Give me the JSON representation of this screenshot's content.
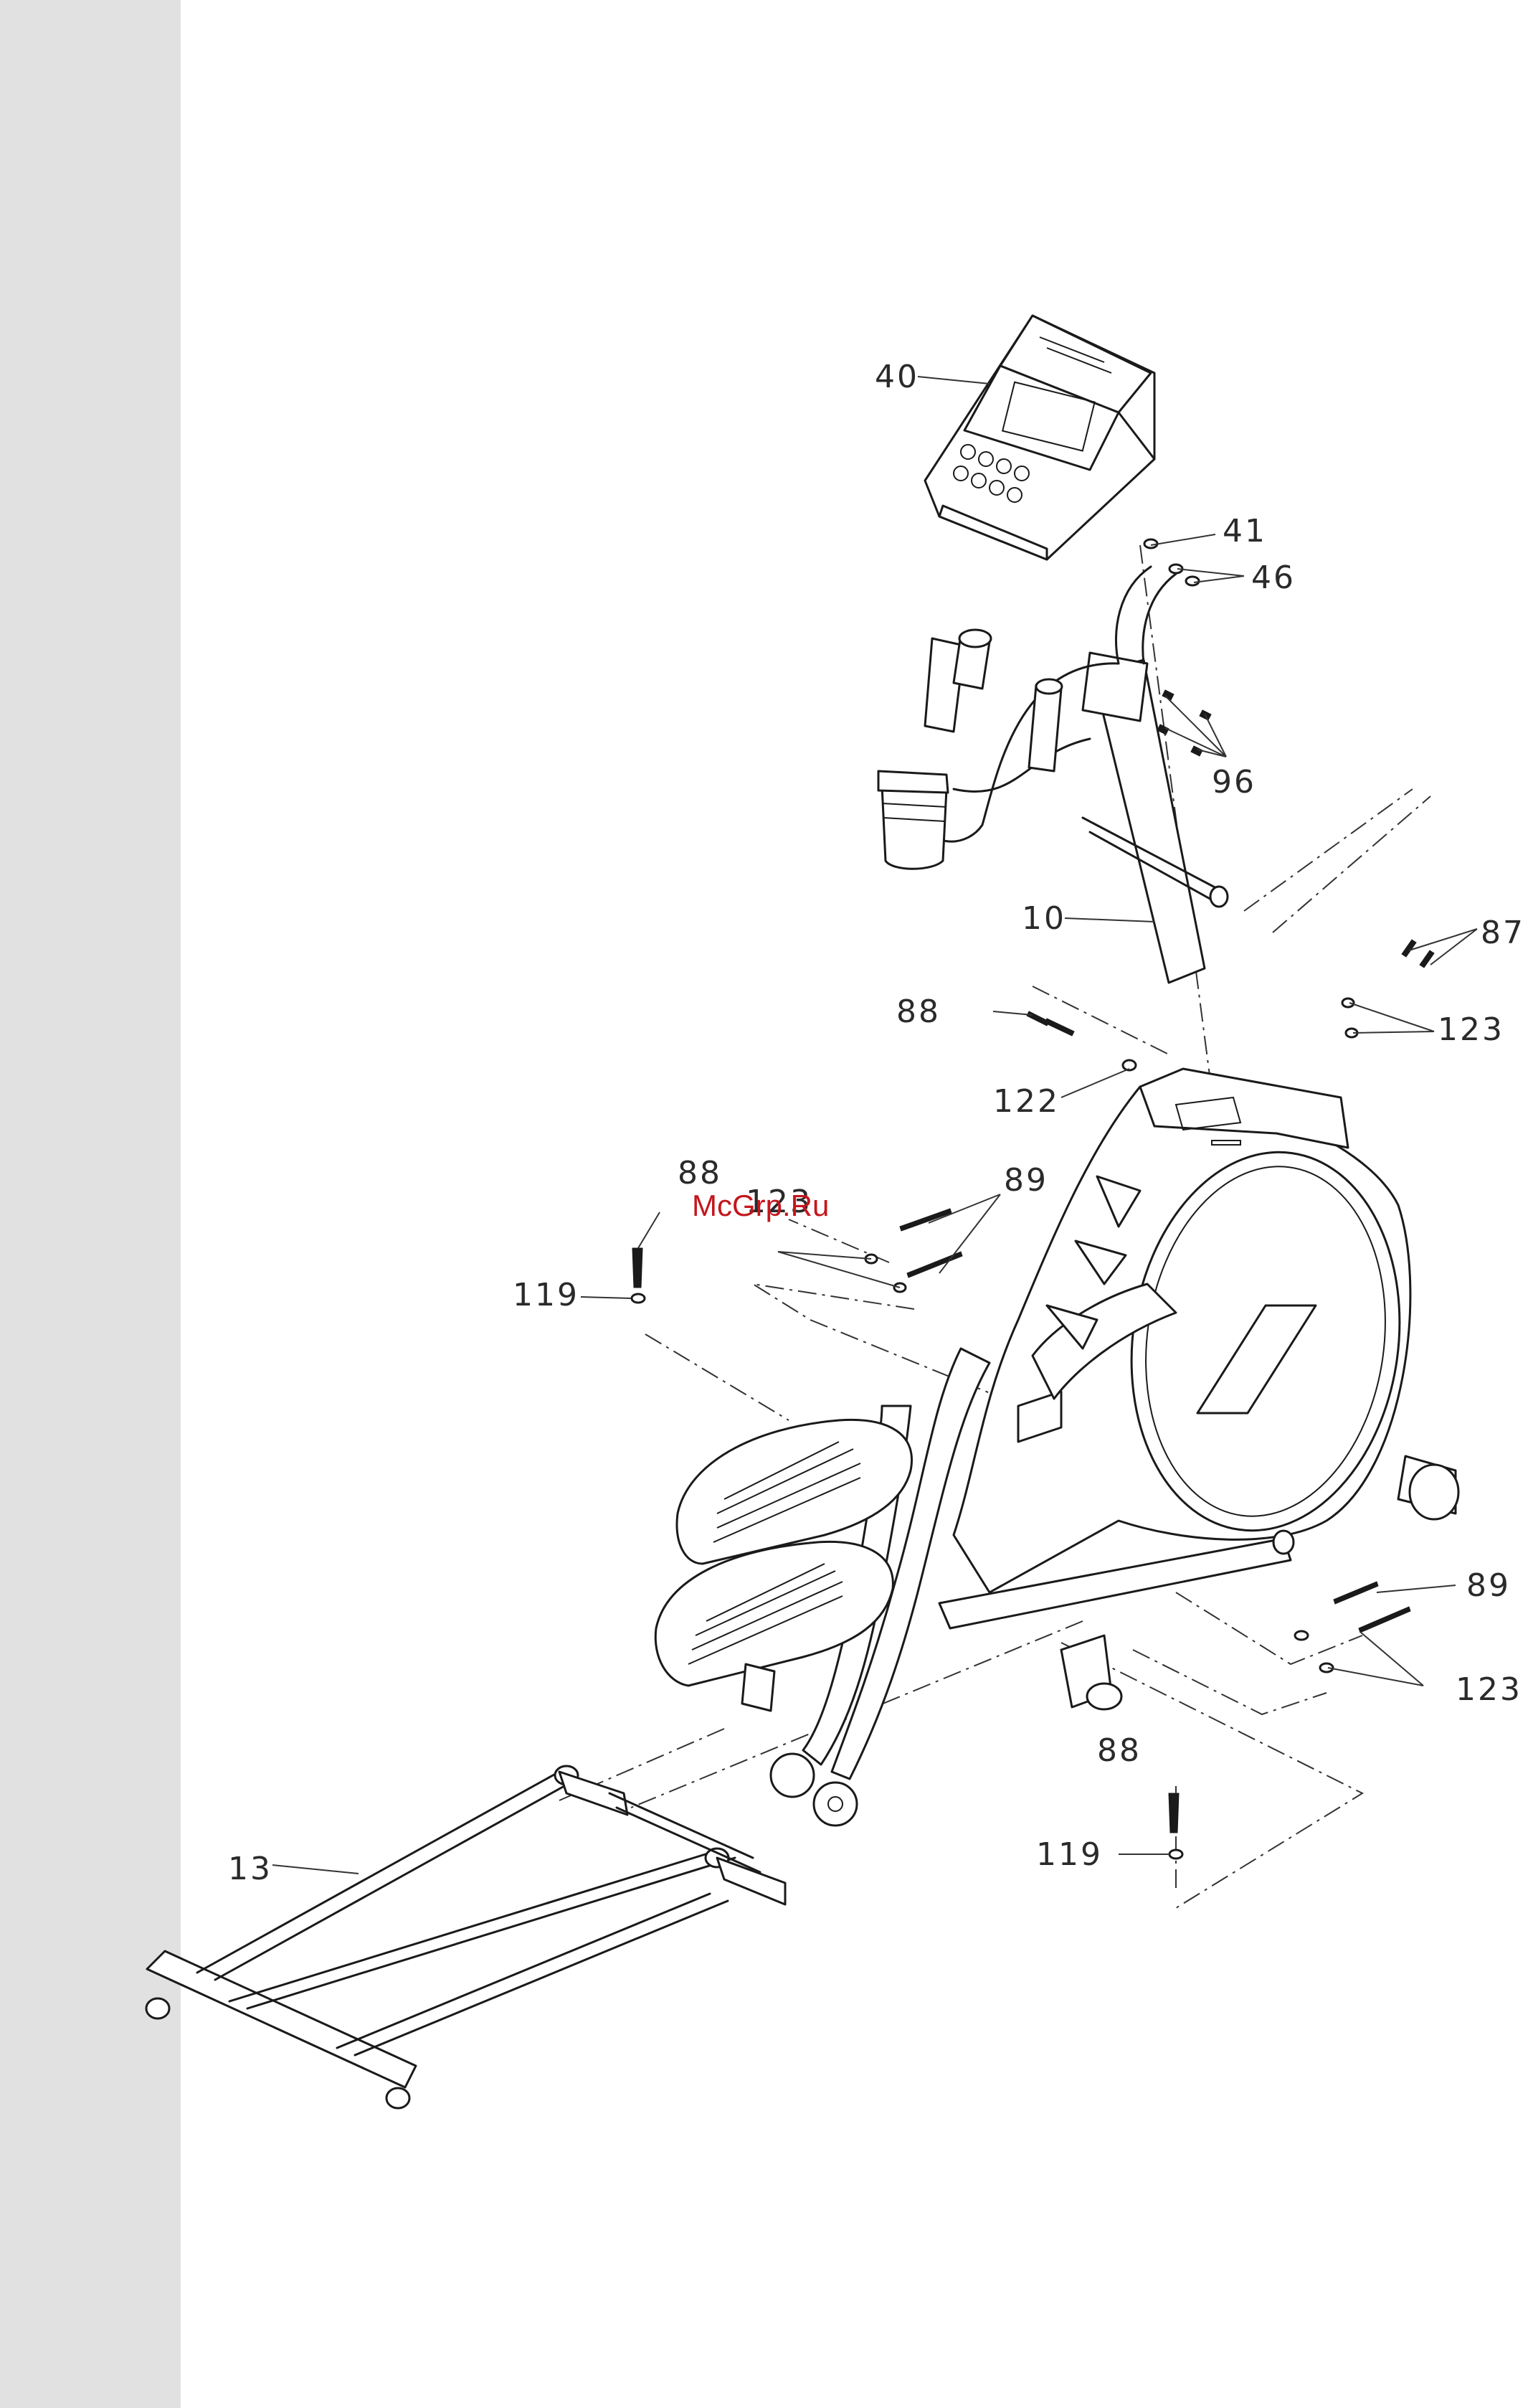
{
  "callouts": {
    "c40": "40",
    "c41": "41",
    "c46": "46",
    "c96": "96",
    "c10": "10",
    "c87": "87",
    "c88_top": "88",
    "c123_top": "123",
    "c122": "122",
    "c88_left": "88",
    "c89_top": "89",
    "c123_mid": "123",
    "c119_left": "119",
    "c89_right": "89",
    "c123_right": "123",
    "c88_bottom": "88",
    "c119_bottom": "119",
    "c13": "13"
  },
  "watermark": "McGrp.Ru",
  "colors": {
    "left_band": "#e1e1e2",
    "line": "#1a1a1a",
    "watermark": "#c4161c"
  }
}
